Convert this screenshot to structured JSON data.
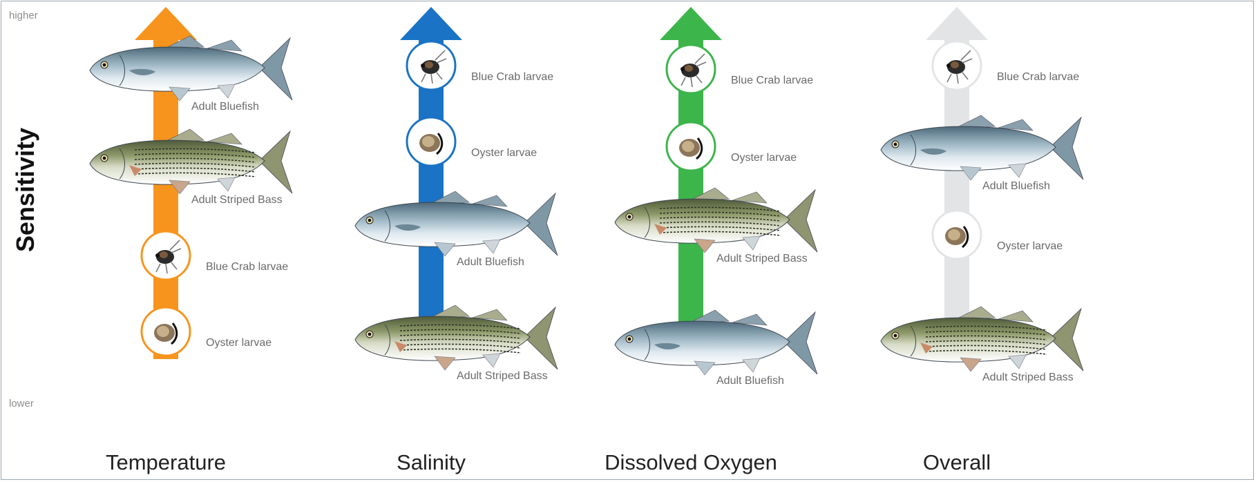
{
  "scale": {
    "higher": "higher",
    "lower": "lower",
    "axis_title": "Sensitivity"
  },
  "colors": {
    "temperature": "#f7941d",
    "salinity": "#1a73c4",
    "oxygen": "#3cb54a",
    "overall": "#e2e4e6"
  },
  "panels": [
    {
      "title": "Temperature",
      "color_key": "temperature",
      "items": [
        {
          "label": "Adult Bluefish",
          "kind": "bluefish"
        },
        {
          "label": "Adult Striped Bass",
          "kind": "striped-bass"
        },
        {
          "label": "Blue Crab larvae",
          "kind": "crab"
        },
        {
          "label": "Oyster larvae",
          "kind": "oyster"
        }
      ]
    },
    {
      "title": "Salinity",
      "color_key": "salinity",
      "items": [
        {
          "label": "Blue Crab larvae",
          "kind": "crab"
        },
        {
          "label": "Oyster larvae",
          "kind": "oyster"
        },
        {
          "label": "Adult Bluefish",
          "kind": "bluefish"
        },
        {
          "label": "Adult Striped Bass",
          "kind": "striped-bass"
        }
      ]
    },
    {
      "title": "Dissolved Oxygen",
      "color_key": "oxygen",
      "items": [
        {
          "label": "Blue Crab larvae",
          "kind": "crab"
        },
        {
          "label": "Oyster larvae",
          "kind": "oyster"
        },
        {
          "label": "Adult Striped Bass",
          "kind": "striped-bass"
        },
        {
          "label": "Adult Bluefish",
          "kind": "bluefish"
        }
      ]
    },
    {
      "title": "Overall",
      "color_key": "overall",
      "items": [
        {
          "label": "Blue Crab larvae",
          "kind": "crab"
        },
        {
          "label": "Adult Bluefish",
          "kind": "bluefish"
        },
        {
          "label": "Oyster larvae",
          "kind": "oyster"
        },
        {
          "label": "Adult Striped Bass",
          "kind": "striped-bass"
        }
      ]
    }
  ]
}
